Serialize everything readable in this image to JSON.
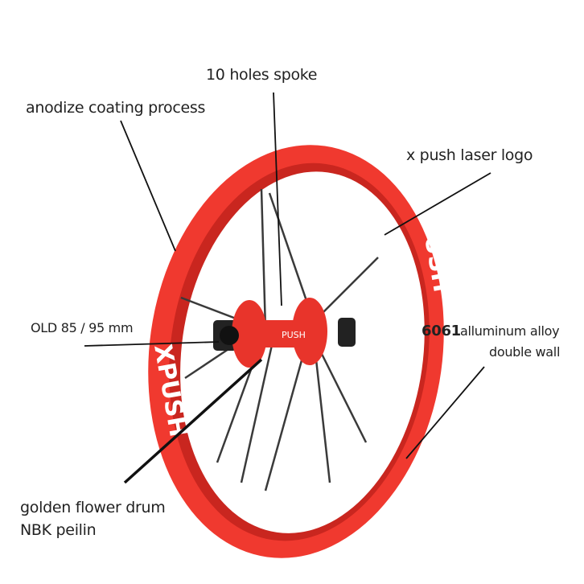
{
  "labels": {
    "spoke": "10 holes spoke",
    "coating": "anodize coating process",
    "logo": "x push laser logo",
    "old": "OLD 85 / 95 mm",
    "alloy_num": "6061",
    "alloy": "alluminum alloy",
    "alloy_wall": "double wall",
    "drum": "golden flower drum",
    "drum_brand": "NBK peilin"
  },
  "product": {
    "rim_logo": "XPUSH",
    "hub_logo": "PUSH"
  },
  "colors": {
    "rim": "#f0392f",
    "hub": "#e8342b",
    "spoke": "#3a3a3a"
  }
}
